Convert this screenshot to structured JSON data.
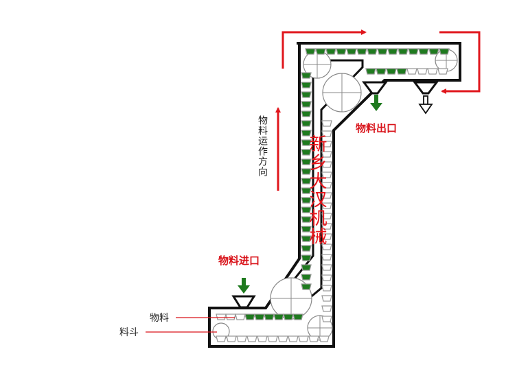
{
  "labels": {
    "outlet": "物料出口",
    "inlet": "物料进口",
    "direction": "物料运作方向",
    "material": "物料",
    "bucket": "料斗",
    "brand": "新乡大汉机械"
  },
  "colors": {
    "frame": "#111111",
    "arrow": "#e0161c",
    "bucket_full": "#1f7a1f",
    "bucket_empty": "#9a9a9a",
    "label_red": "#d9141b"
  }
}
